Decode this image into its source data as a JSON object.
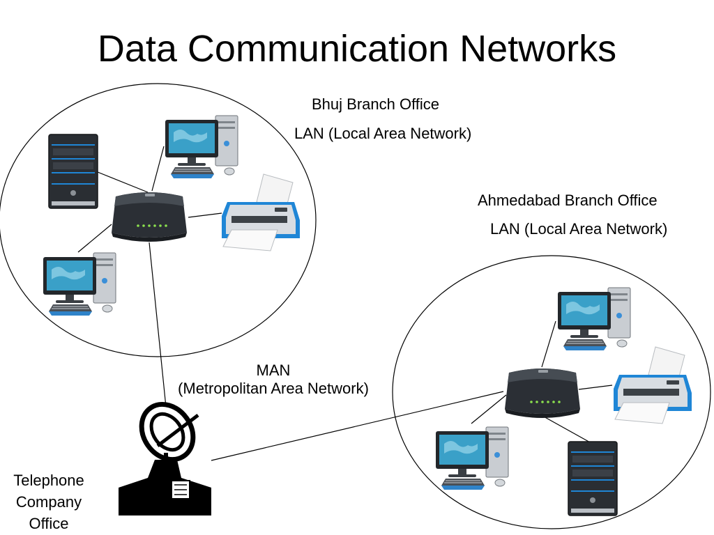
{
  "title": "Data Communication Networks",
  "bhuj": {
    "name": "Bhuj Branch Office",
    "network": "LAN (Local Area Network)"
  },
  "ahmedabad": {
    "name": "Ahmedabad Branch Office",
    "network": "LAN (Local Area Network)"
  },
  "man": {
    "line1": "MAN",
    "line2": "(Metropolitan Area Network)"
  },
  "telephone": {
    "line1": "Telephone",
    "line2": "Company",
    "line3": "Office"
  },
  "colors": {
    "monitor_screen": "#3aa0c8",
    "device_dark": "#2a2e33",
    "accent_blue": "#1f86d6",
    "led_green": "#8be04e"
  },
  "icons": [
    "server-tower-icon",
    "desktop-computer-icon",
    "router-icon",
    "printer-icon",
    "satellite-dish-icon"
  ]
}
